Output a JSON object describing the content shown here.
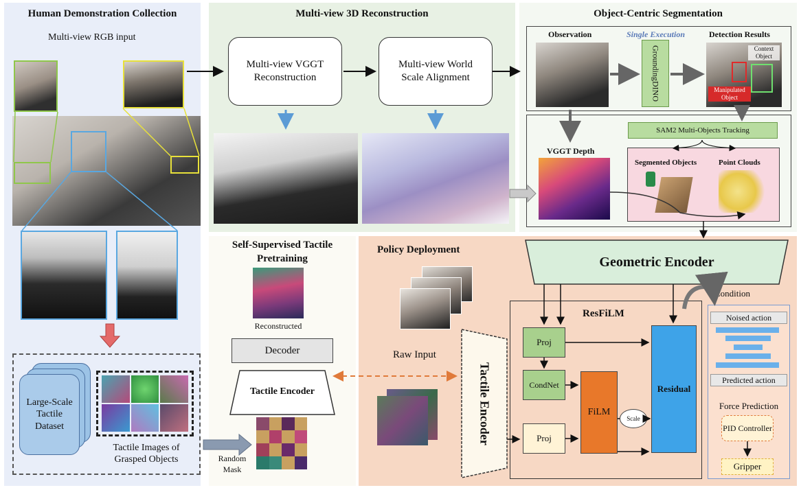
{
  "colors": {
    "demo_bg": "#e9eef9",
    "recon_bg": "#e8f1e4",
    "seg_bg": "#eef5ec",
    "policy_bg": "#f7d8c4",
    "green_box": "#a8d08d",
    "blue_box": "#9cc3e6",
    "orange_box": "#e8782a",
    "residual_box": "#3ea3e8",
    "proj_yellow": "#fff3d6",
    "arrow_blue": "#5b9bd5",
    "arrow_red": "#e46a6a",
    "arrow_gray": "#a6a6a6",
    "dashed_orange": "#e07a3a"
  },
  "demo": {
    "title": "Human Demonstration Collection",
    "subtitle": "Multi-view RGB input",
    "dataset_label": "Large-Scale Tactile Dataset",
    "grid_caption": "Tactile Images of Grasped Objects"
  },
  "recon": {
    "title": "Multi-view 3D Reconstruction",
    "box1": "Multi-view VGGT Reconstruction",
    "box2": "Multi-view World Scale Alignment"
  },
  "seg": {
    "title": "Object-Centric Segmentation",
    "observation": "Observation",
    "single_exec": "Single Execution",
    "detection": "Detection Results",
    "grounding": "GroundingDINO",
    "context_obj": "Context Object",
    "manip_obj": "Manipulated Object",
    "sam2": "SAM2 Multi-Objects Tracking",
    "vggt_depth": "VGGT Depth",
    "segmented": "Segmented Objects",
    "point_clouds": "Point Clouds"
  },
  "pretrain": {
    "title": "Self-Supervised Tactile Pretraining",
    "reconstructed": "Reconstructed",
    "decoder": "Decoder",
    "encoder": "Tactile Encoder",
    "random_mask": "Random Mask"
  },
  "policy": {
    "title": "Policy Deployment",
    "raw_input": "Raw Input",
    "tactile_encoder": "Tactile Encoder",
    "geometric_encoder": "Geometric Encoder",
    "condition": "Condition",
    "resfilm": "ResFiLM",
    "proj": "Proj",
    "condnet": "CondNet",
    "film": "FiLM",
    "scale": "Scale",
    "residual": "Residual",
    "noised_action": "Noised action",
    "predicted_action": "Predicted action",
    "force_prediction": "Force Prediction",
    "pid": "PID Controller",
    "gripper": "Gripper"
  }
}
